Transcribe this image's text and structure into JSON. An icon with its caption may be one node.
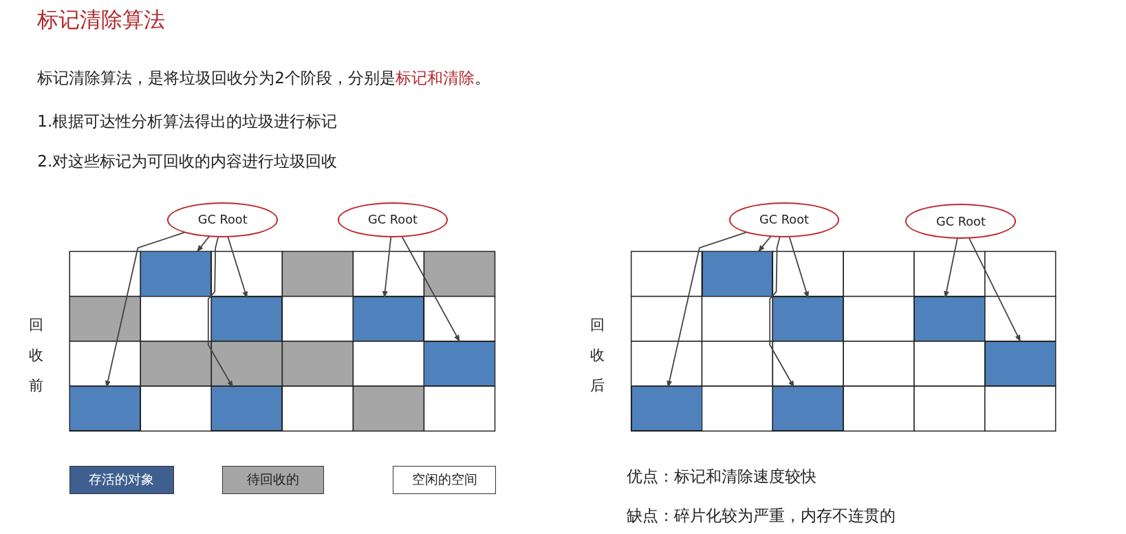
{
  "diagram": {
    "title": "标记清除算法",
    "nodes": [
      {
        "text": [
          "GC Root"
        ]
      },
      {
        "text": [
          "GC Root"
        ]
      },
      {
        "text": [],
        "shape": "box"
      },
      {
        "text": [],
        "shape": "box"
      },
      {
        "text": [],
        "shape": "box"
      },
      {
        "text": [],
        "shape": "box"
      },
      {
        "text": [],
        "shape": "box"
      },
      {
        "text": [],
        "shape": "box"
      },
      {
        "text": [
          "GC Root"
        ]
      },
      {
        "text": [
          "GC Root"
        ]
      },
      {
        "text": [],
        "shape": "box"
      },
      {
        "text": [],
        "shape": "box"
      },
      {
        "text": [],
        "shape": "box"
      },
      {
        "text": [],
        "shape": "box"
      },
      {
        "text": [],
        "shape": "box"
      },
      {
        "text": [],
        "shape": "box"
      }
    ],
    "edges": [
      {
        "from": 0,
        "to": 2,
        "arrow": "to"
      },
      {
        "from": 0,
        "to": 3,
        "arrow": "to"
      },
      {
        "from": 0,
        "to": 6,
        "arrow": "to"
      },
      {
        "from": 0,
        "to": 7,
        "arrow": "to"
      },
      {
        "from": 1,
        "to": 4,
        "arrow": "to"
      },
      {
        "from": 1,
        "to": 5,
        "arrow": "to"
      },
      {
        "from": 8,
        "to": 10,
        "arrow": "to"
      },
      {
        "from": 8,
        "to": 11,
        "arrow": "to"
      },
      {
        "from": 8,
        "to": 14,
        "arrow": "to"
      },
      {
        "from": 8,
        "to": 15,
        "arrow": "to"
      },
      {
        "from": 9,
        "to": 12,
        "arrow": "to"
      },
      {
        "from": 9,
        "to": 13,
        "arrow": "to"
      }
    ],
    "labels": [
      "标记清除算法，是将垃圾回收分为2个阶段，分别是**标记和清除**。",
      "1.根据可达性分析算法得出的垃圾进行标记",
      "2.对这些标记为可回收的内容进行垃圾回收",
      "回收前",
      "回收后",
      "优点：标记和清除速度较快",
      "缺点：碎片化较为严重，内存不连贯的"
    ],
    "legend": [
      {
        "text": "存活的对象",
        "color": "#3e5f8f"
      },
      {
        "text": "待回收的",
        "color": "#a6a6a6"
      },
      {
        "text": "空闲的空间",
        "color": "#ffffff"
      }
    ]
  }
}
